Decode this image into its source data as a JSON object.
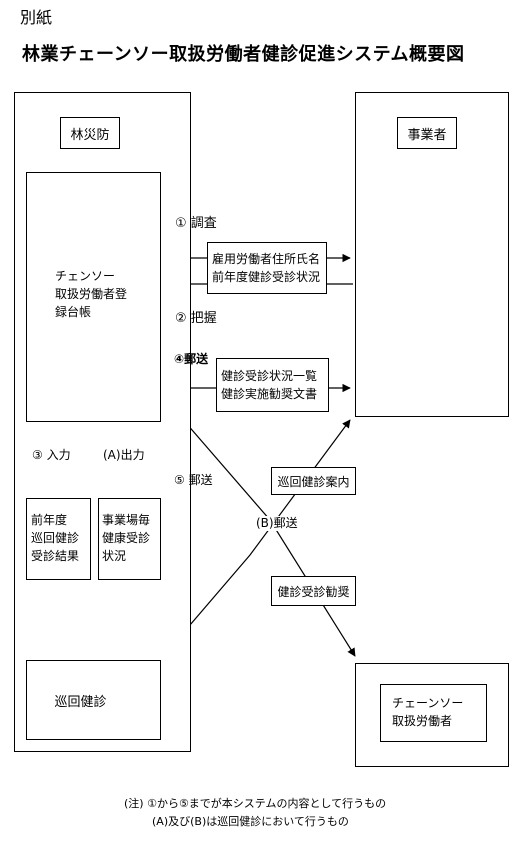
{
  "header": {
    "attachment": "別紙",
    "title": "林業チェーンソー取扱労働者健診促進システム概要図"
  },
  "nodes": {
    "forestry_org": "林災防",
    "employer": "事業者",
    "registry": [
      "チェンソー",
      "取扱労働者登",
      "録台帳"
    ],
    "prev_year_results": [
      "前年度",
      "巡回健診",
      "受診結果"
    ],
    "site_status": [
      "事業場毎",
      "健康受診",
      "状況"
    ],
    "mobile_checkup": "巡回健診",
    "workers": [
      "チェーンソー",
      "取扱労働者"
    ]
  },
  "documents": {
    "survey_info": [
      "雇用労働者住所氏名",
      "前年度健診受診状況"
    ],
    "mail_docs": [
      "健診受診状況一覧",
      "健診実施勧奨文書"
    ],
    "mobile_guide": "巡回健診案内",
    "encourage": "健診受診勧奨"
  },
  "edges": {
    "survey": "① 調査",
    "grasp": "② 把握",
    "mail4": "④郵送",
    "input3": "③ 入力",
    "outputA": "(A)出力",
    "mail5": "⑤ 郵送",
    "mailB": "(B)郵送"
  },
  "notes": {
    "line1": "(注) ①から⑤までが本システムの内容として行うもの",
    "line2": "(A)及び(B)は巡回健診において行うもの"
  }
}
